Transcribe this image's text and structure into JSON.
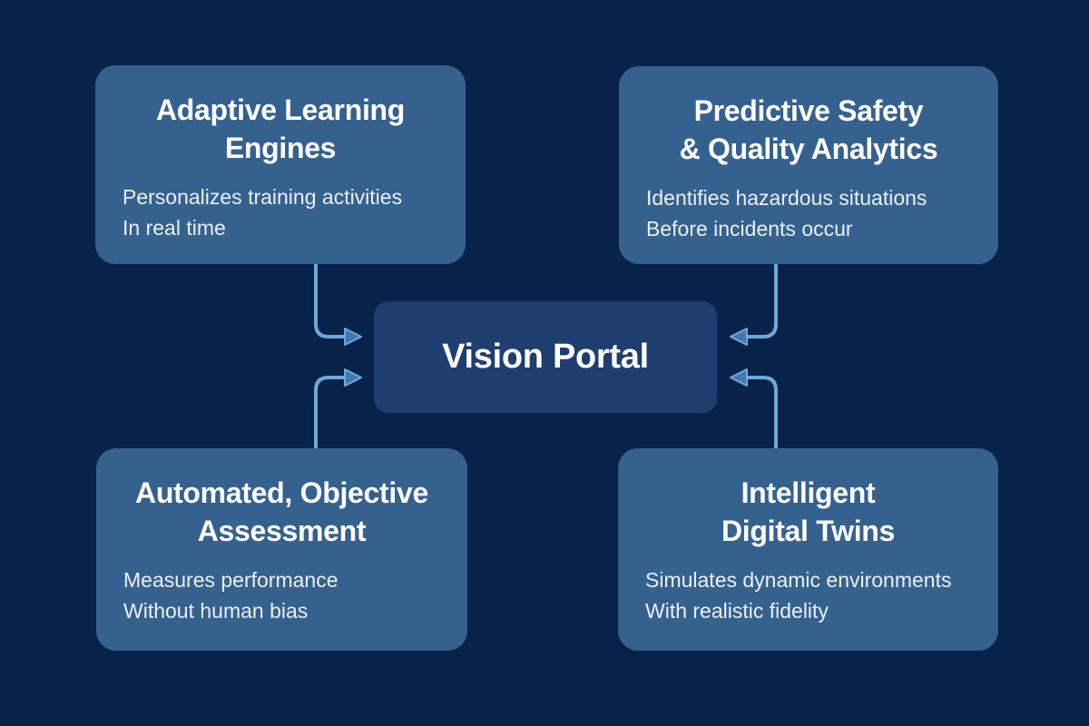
{
  "center": {
    "label": "Vision Portal"
  },
  "boxes": {
    "top_left": {
      "title1": "Adaptive Learning",
      "title2": "Engines",
      "desc1": "Personalizes training activities",
      "desc2": "In real time"
    },
    "top_right": {
      "title1": "Predictive Safety",
      "title2": "& Quality Analytics",
      "desc1": "Identifies hazardous situations",
      "desc2": "Before incidents occur"
    },
    "bottom_left": {
      "title1": "Automated, Objective",
      "title2": "Assessment",
      "desc1": "Measures performance",
      "desc2": "Without human bias"
    },
    "bottom_right": {
      "title1": "Intelligent",
      "title2": "Digital Twins",
      "desc1": "Simulates dynamic environments",
      "desc2": "With realistic fidelity"
    }
  },
  "connections": [
    {
      "from": "Adaptive Learning Engines",
      "to": "Vision Portal"
    },
    {
      "from": "Predictive Safety & Quality Analytics",
      "to": "Vision Portal"
    },
    {
      "from": "Automated, Objective Assessment",
      "to": "Vision Portal"
    },
    {
      "from": "Intelligent Digital Twins",
      "to": "Vision Portal"
    }
  ],
  "colors": {
    "background": "#082349",
    "box_fill": "#35618E",
    "center_fill": "#1E3E70",
    "title_text": "#FFFFFF",
    "desc_text": "#EAF0F7",
    "connector_line": "#6FA8DB",
    "arrowhead_fill": "#4377AE"
  }
}
